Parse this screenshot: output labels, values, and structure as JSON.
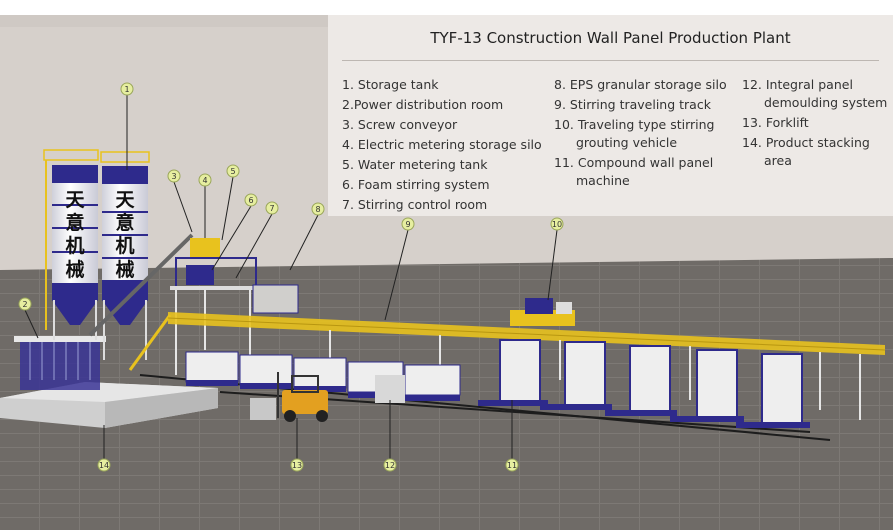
{
  "title": "TYF-13 Construction Wall Panel Production Plant",
  "legend": {
    "col1": [
      "1. Storage tank",
      "2.Power distribution room",
      "3. Screw conveyor",
      "4. Electric metering storage silo",
      "5. Water metering tank",
      "6. Foam stirring system",
      "7. Stirring control room"
    ],
    "col2": [
      {
        "line1": "8. EPS granular storage silo"
      },
      {
        "line1": "9. Stirring traveling track"
      },
      {
        "line1": "10. Traveling type stirring",
        "line2": "grouting vehicle"
      },
      {
        "line1": "11. Compound wall panel",
        "line2": "machine"
      }
    ],
    "col3": [
      {
        "line1": "12. Integral panel",
        "line2": "demoulding system"
      },
      {
        "line1": "13. Forklift"
      },
      {
        "line1": "14. Product stacking",
        "line2": "area"
      }
    ]
  },
  "silo_text": [
    "天",
    "意",
    "机",
    "械"
  ],
  "callouts": [
    "1",
    "2",
    "3",
    "4",
    "5",
    "6",
    "7",
    "8",
    "9",
    "10",
    "11",
    "12",
    "13",
    "14"
  ],
  "colors": {
    "wall": "#d6d0cb",
    "floor": "#6f6b67",
    "silo_blue": "#2e2a8c",
    "rail_yellow": "#e8c21e",
    "callout": "#e6eea0"
  }
}
